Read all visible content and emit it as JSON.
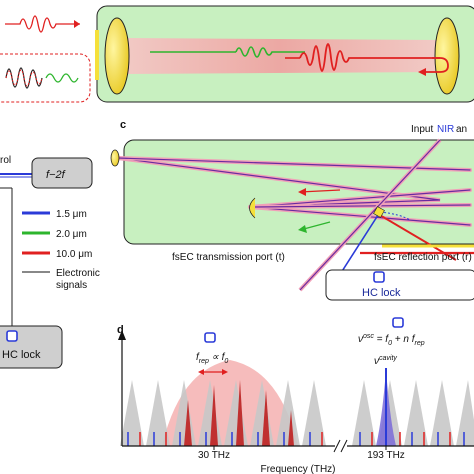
{
  "panels": {
    "c": "c",
    "d": "d"
  },
  "block_diagram": {
    "control_label": "rol",
    "f2f_box": "f−2f",
    "hc_lock": "HC lock"
  },
  "legend": {
    "items": [
      {
        "label": "1.5 μm",
        "color": "#2b3bd8"
      },
      {
        "label": "2.0 μm",
        "color": "#2db52d"
      },
      {
        "label": "10.0 μm",
        "color": "#e02020"
      }
    ],
    "electronic_line1": "Electronic",
    "electronic_line2": "signals"
  },
  "panel_c": {
    "input_prefix": "Input ",
    "input_nir": "NIR",
    "input_suffix": " an",
    "transmission_port": "fsEC transmission port (t)",
    "reflection_port": "fsEC reflection port (r)",
    "hc_lock": "HC lock"
  },
  "panel_d": {
    "frep_label": "f",
    "frep_sub": "rep",
    "frep_rel": " ∝ f",
    "frep_rel_sub": "0",
    "nu_osc_sym": "ν",
    "nu_osc_sup": "osc",
    "nu_osc_eq": " = f",
    "nu_osc_sub0": "0",
    "nu_osc_plus": " + n f",
    "nu_osc_subrep": "rep",
    "nu_cavity_sym": "ν",
    "nu_cavity_sup": "cavity",
    "tick_30": "30 THz",
    "tick_193": "193 THz",
    "xlabel": "Frequency (THz)"
  },
  "colors": {
    "cavity_fill": "#c8f0c0",
    "beam_pink": "#f0b8b8",
    "mirror_yellow": "#f5e03a",
    "red": "#e02020",
    "green": "#2db52d",
    "blue": "#2b3bd8",
    "purple": "#6a2aa0",
    "grey_box": "#cfcfcf"
  }
}
